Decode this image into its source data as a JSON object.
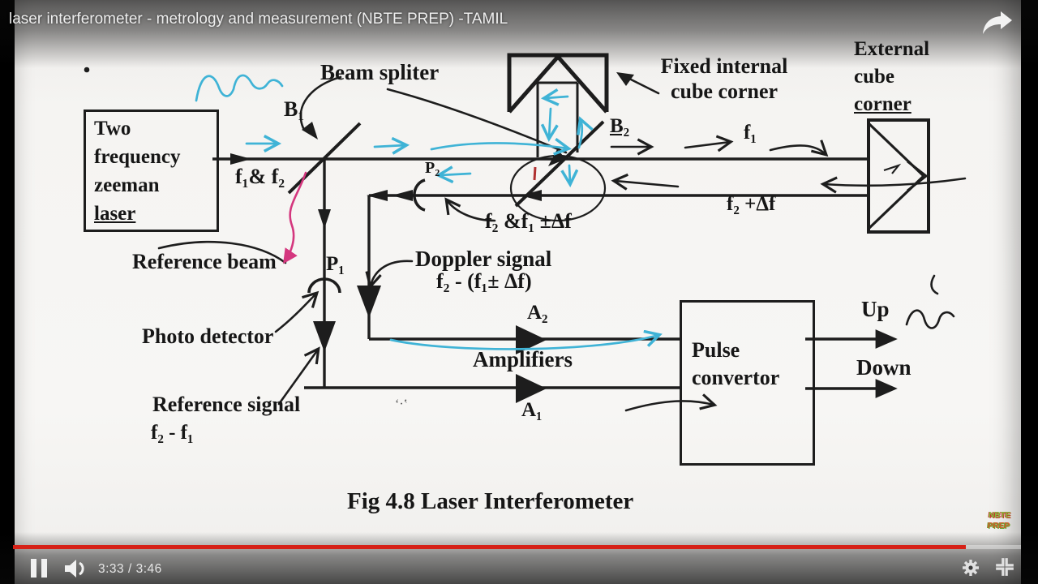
{
  "player": {
    "title": "laser interferometer - metrology and measurement (NBTE PREP) -TAMIL",
    "share_icon": "share-arrow",
    "controls": {
      "pause_icon": "pause",
      "volume_icon": "speaker",
      "current_time": "3:33",
      "duration": "3:46",
      "time_display": "3:33 / 3:46",
      "settings_icon": "gear",
      "fullscreen_icon": "fullscreen-corners",
      "progress_percent": 94.5,
      "progress_color": "#d62117"
    },
    "watermark": {
      "line1": "NBTE",
      "line2": "PREP"
    }
  },
  "diagram": {
    "caption": "Fig 4.8 Laser Interferometer",
    "boxes": {
      "laser": {
        "lines": [
          "Two",
          "frequency",
          "zeeman",
          "laser"
        ]
      },
      "pulse_convertor": {
        "lines": [
          "Pulse",
          "convertor"
        ]
      }
    },
    "labels": {
      "beam_splitter": "Beam spliter",
      "b1": "B₁",
      "f1_and_f2": "f₁& f₂",
      "fixed_internal_line1": "Fixed internal",
      "fixed_internal_line2": "cube corner",
      "external_line1": "External",
      "external_line2": "cube",
      "external_line3": "corner",
      "b2": "B₂",
      "f1": "f₁",
      "f2_plus_df": "f₂ +Δf",
      "p2": "P₂",
      "f2_and_f1_df": "f₂ &f₁ ±Δf",
      "doppler_line1": "Doppler signal",
      "doppler_line2": "f₂ - (f₁± Δf)",
      "reference_beam": "Reference beam",
      "p1": "P₁",
      "photo_detector": "Photo detector",
      "reference_signal_line1": "Reference signal",
      "reference_signal_line2": "f₂ - f₁",
      "a2": "A₂",
      "amplifiers": "Amplifiers",
      "a1": "A₁",
      "up": "Up",
      "down": "Down",
      "stray_marks": "ʻ·ʽ"
    },
    "annotation_colors": {
      "ink": "#1d1d1d",
      "blue": "#3fb3d6",
      "pink": "#d4377e",
      "red_tick": "#b03030"
    }
  }
}
